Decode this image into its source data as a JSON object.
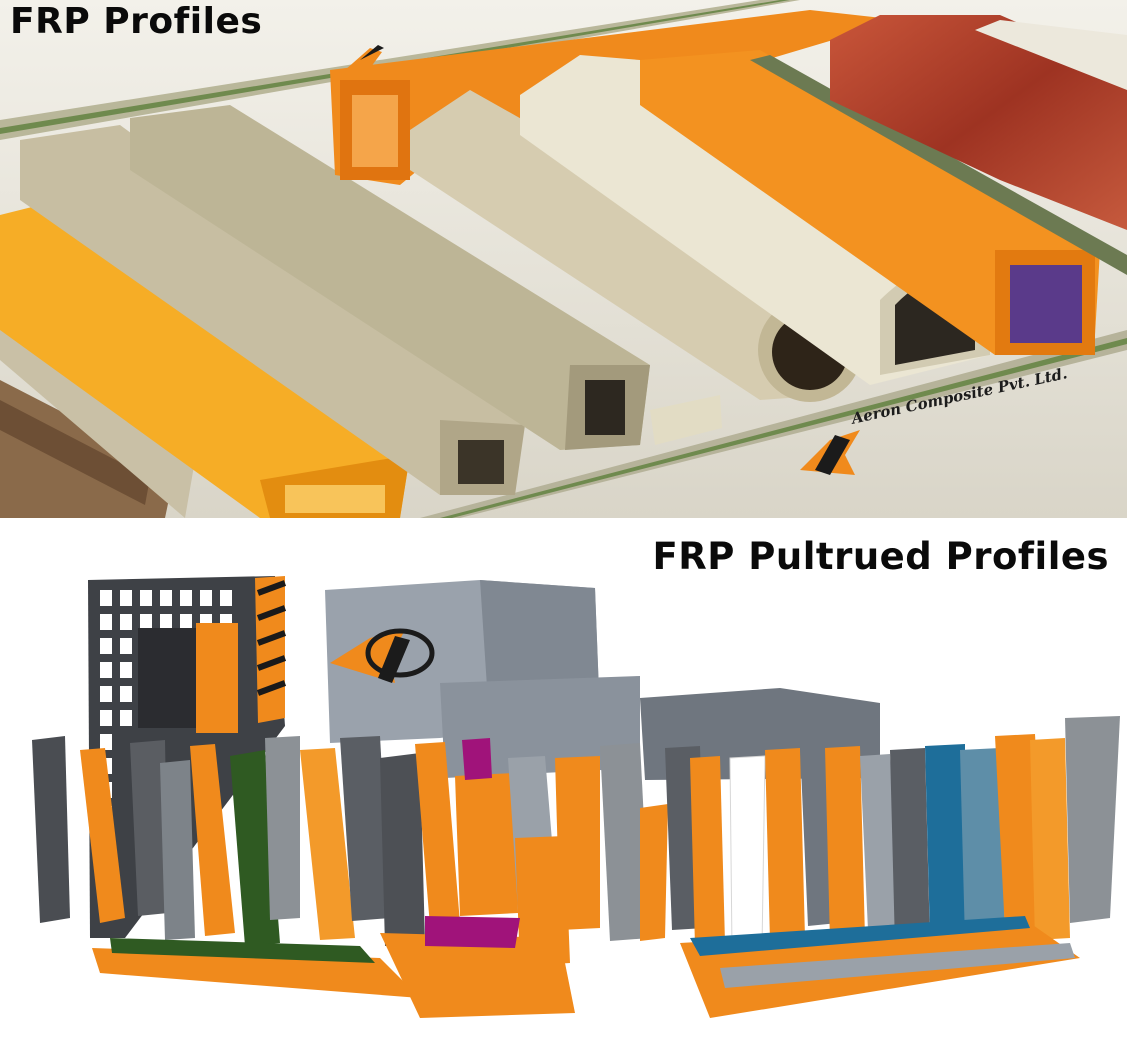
{
  "top": {
    "title": "FRP Profiles",
    "watermark": "Aeron Composite Pvt. Ltd."
  },
  "bottom": {
    "title": "FRP Pultrued Profiles"
  },
  "colors": {
    "orange": "#f08a1c",
    "yellow": "#f6ad26",
    "beige": "#c9c0a6",
    "cream": "#e6e1cf",
    "wood": "#b23e2c",
    "gray": "#8c9196",
    "dark_gray": "#4a4d52",
    "green": "#2f5a22",
    "magenta": "#a0137a",
    "blue": "#1e6e9a"
  }
}
